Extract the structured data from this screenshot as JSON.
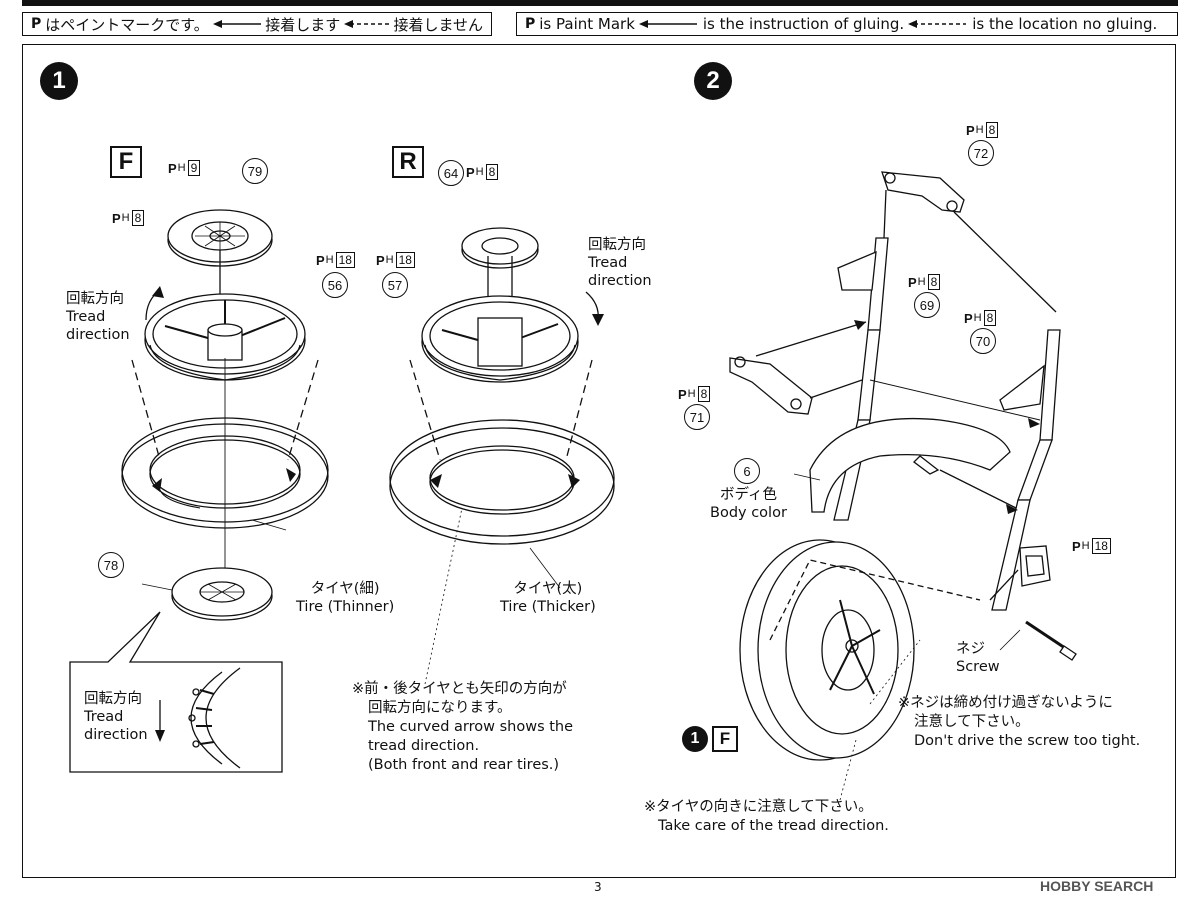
{
  "legend_jp": {
    "paint_mark": "P",
    "text1": "はペイントマークです。",
    "glue_text": "接着します",
    "noglue_text": "接着しません"
  },
  "legend_en": {
    "paint_mark": "P",
    "text1": "is Paint Mark",
    "glue_text": "is the instruction of gluing.",
    "noglue_text": "is the location no gluing."
  },
  "step1": {
    "number": "1",
    "front_label": "F",
    "rear_label": "R",
    "tread_dir_jp": "回転方向",
    "tread_dir_en1": "Tread",
    "tread_dir_en2": "direction",
    "tire_thin_jp": "タイヤ(細)",
    "tire_thin_en": "Tire (Thinner)",
    "tire_thick_jp": "タイヤ(太)",
    "tire_thick_en": "Tire (Thicker)",
    "note_jp1": "※前・後タイヤとも矢印の方向が",
    "note_jp2": "回転方向になります。",
    "note_en1": "The curved arrow shows the",
    "note_en2": "tread direction.",
    "note_en3": "(Both front and rear tires.)",
    "parts": {
      "p79": "79",
      "p56": "56",
      "p64": "64",
      "p57": "57",
      "p78": "78"
    },
    "paints": {
      "ph9": "9",
      "ph8": "8",
      "ph18": "18"
    }
  },
  "step2": {
    "number": "2",
    "parts": {
      "p72": "72",
      "p69": "69",
      "p70": "70",
      "p71": "71",
      "p6": "6"
    },
    "paints": {
      "ph8": "8",
      "ph18": "18"
    },
    "body_color_jp": "ボディ色",
    "body_color_en": "Body color",
    "screw_jp": "ネジ",
    "screw_en": "Screw",
    "screw_note_jp1": "※ネジは締め付け過ぎないように",
    "screw_note_jp2": "注意して下さい。",
    "screw_note_en": "Don't drive the screw too tight.",
    "tread_note_jp": "※タイヤの向きに注意して下さい。",
    "tread_note_en": "Take care of the tread direction.",
    "ref_step": "1",
    "ref_label": "F"
  },
  "page_number": "3",
  "watermark": "HOBBY SEARCH",
  "paint_prefix": "P",
  "paint_sub": "H"
}
